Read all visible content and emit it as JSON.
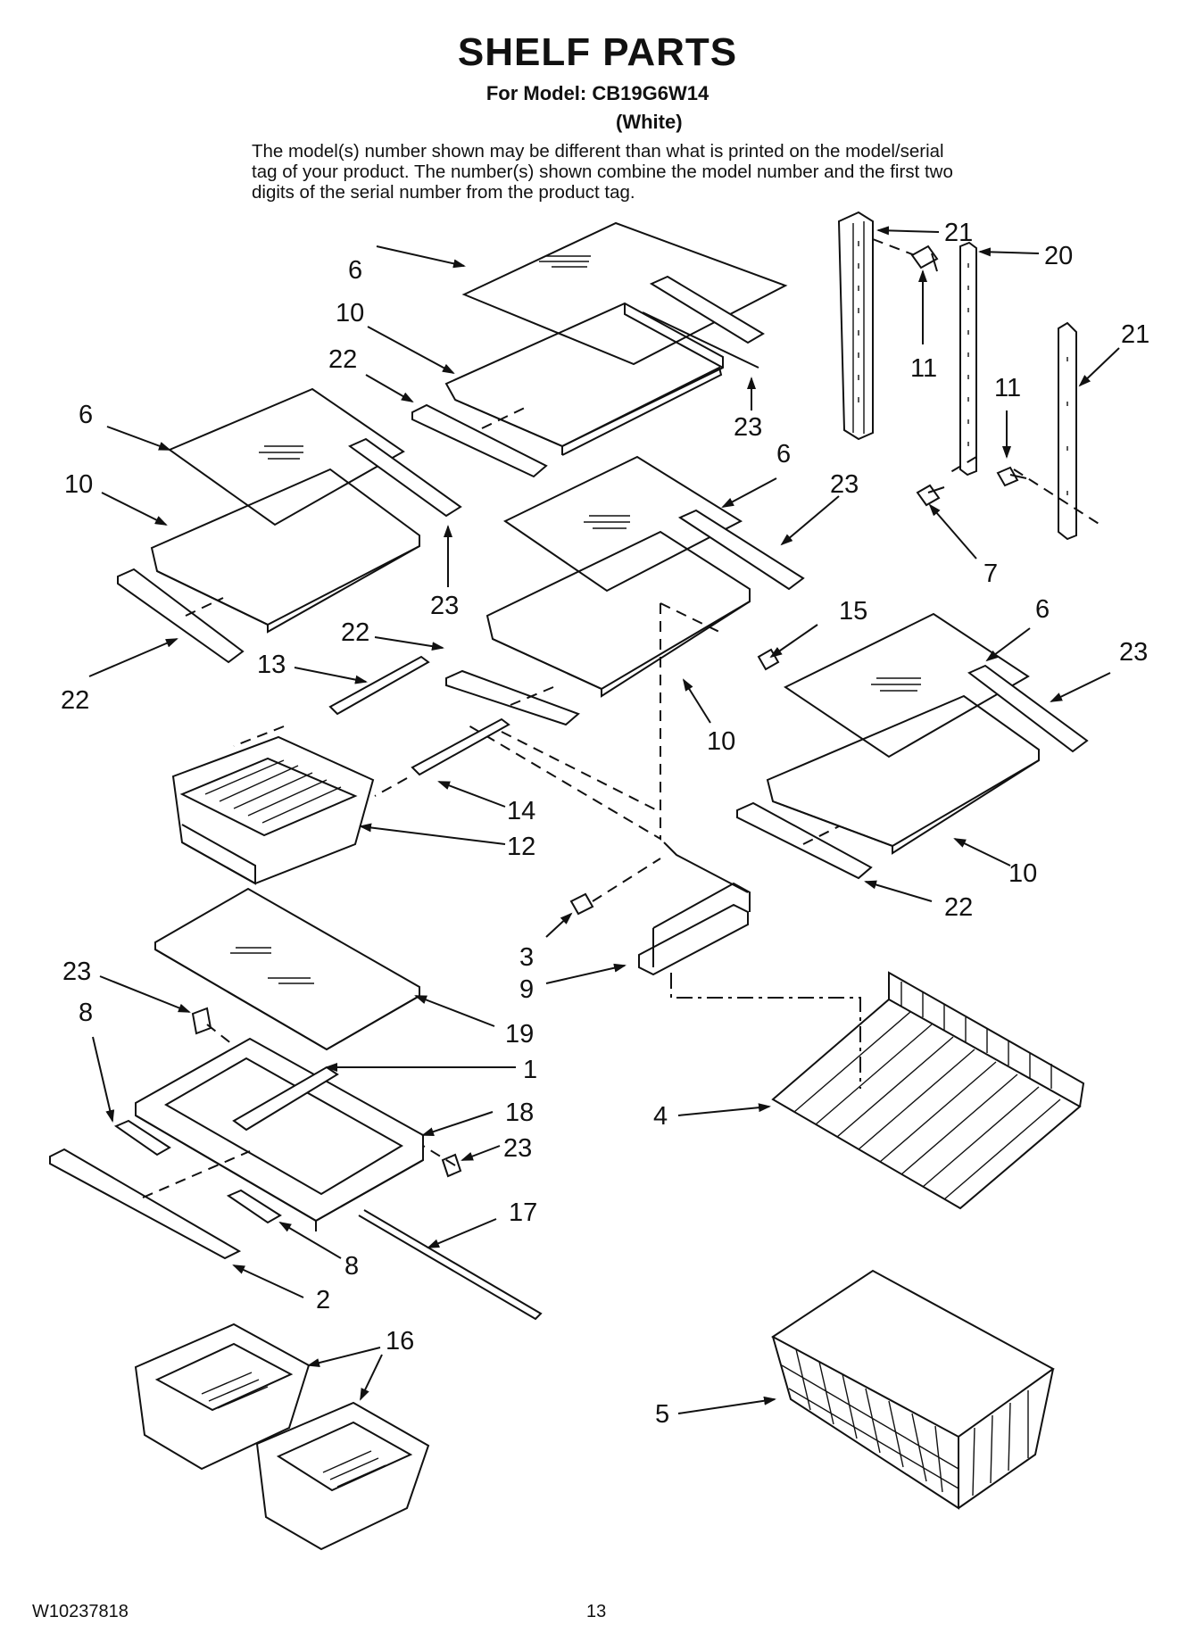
{
  "header": {
    "title": "SHELF PARTS",
    "model_line": "For Model: CB19G6W14",
    "color_line": "(White)",
    "note": "The model(s) number shown may be different than what is printed on the model/serial tag of your product. The number(s) shown combine the model number and the first two digits of the serial number from the product tag."
  },
  "callouts": [
    "21",
    "20",
    "11",
    "21",
    "11",
    "7",
    "6",
    "10",
    "22",
    "23",
    "6",
    "10",
    "23",
    "22",
    "6",
    "23",
    "15",
    "10",
    "22",
    "13",
    "14",
    "12",
    "6",
    "23",
    "10",
    "22",
    "3",
    "9",
    "23",
    "19",
    "8",
    "1",
    "18",
    "23",
    "4",
    "17",
    "8",
    "2",
    "16",
    "5"
  ],
  "footer": {
    "doc_number": "W10237818",
    "page_number": "13"
  }
}
